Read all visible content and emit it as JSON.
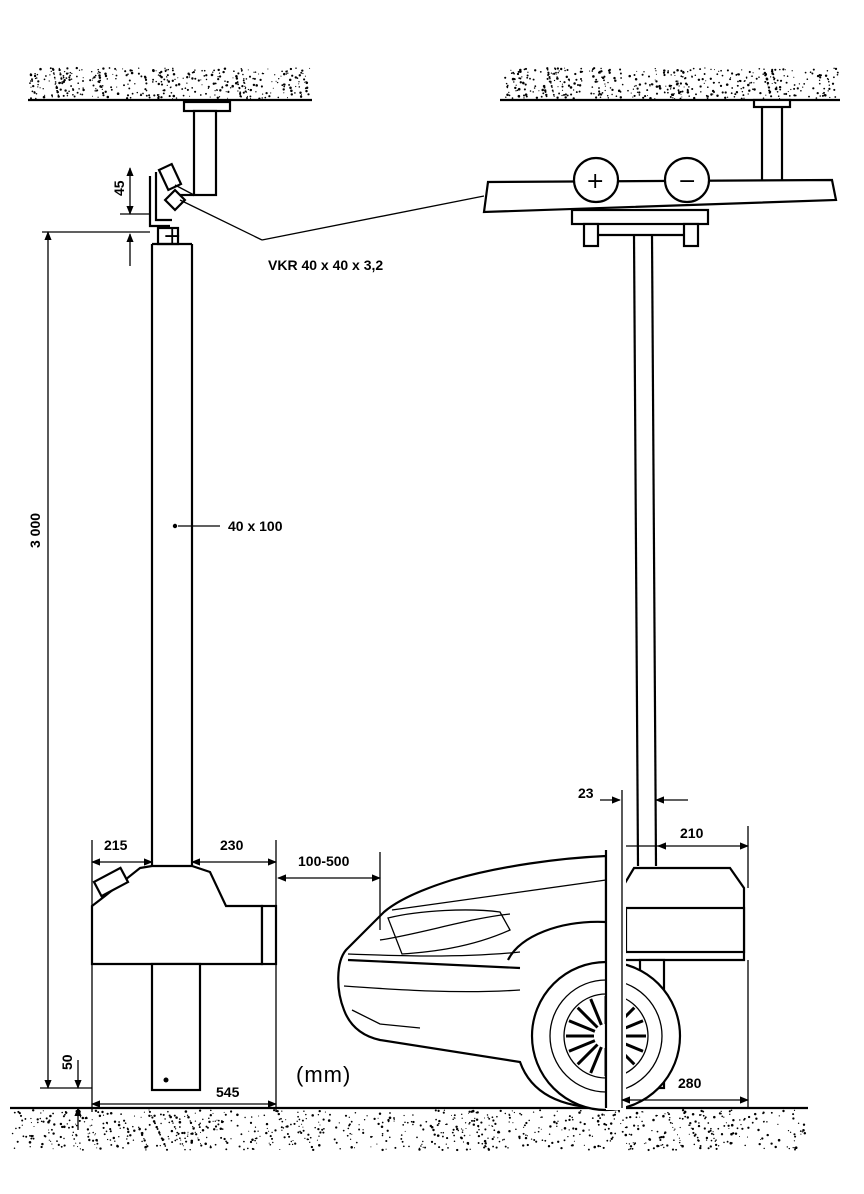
{
  "labels": {
    "profile": "VKR 40 x 40 x 3,2",
    "post_section": "40 x 100",
    "height": "3 000",
    "top_gap": "45",
    "bottom_gap": "50",
    "base_left": "215",
    "base_right": "230",
    "clearance": "100-500",
    "base_width": "545",
    "units": "(mm)",
    "right_offset": "23",
    "right_top_width": "210",
    "right_base_width": "280"
  },
  "symbols": {
    "plus": "+",
    "minus": "−"
  }
}
